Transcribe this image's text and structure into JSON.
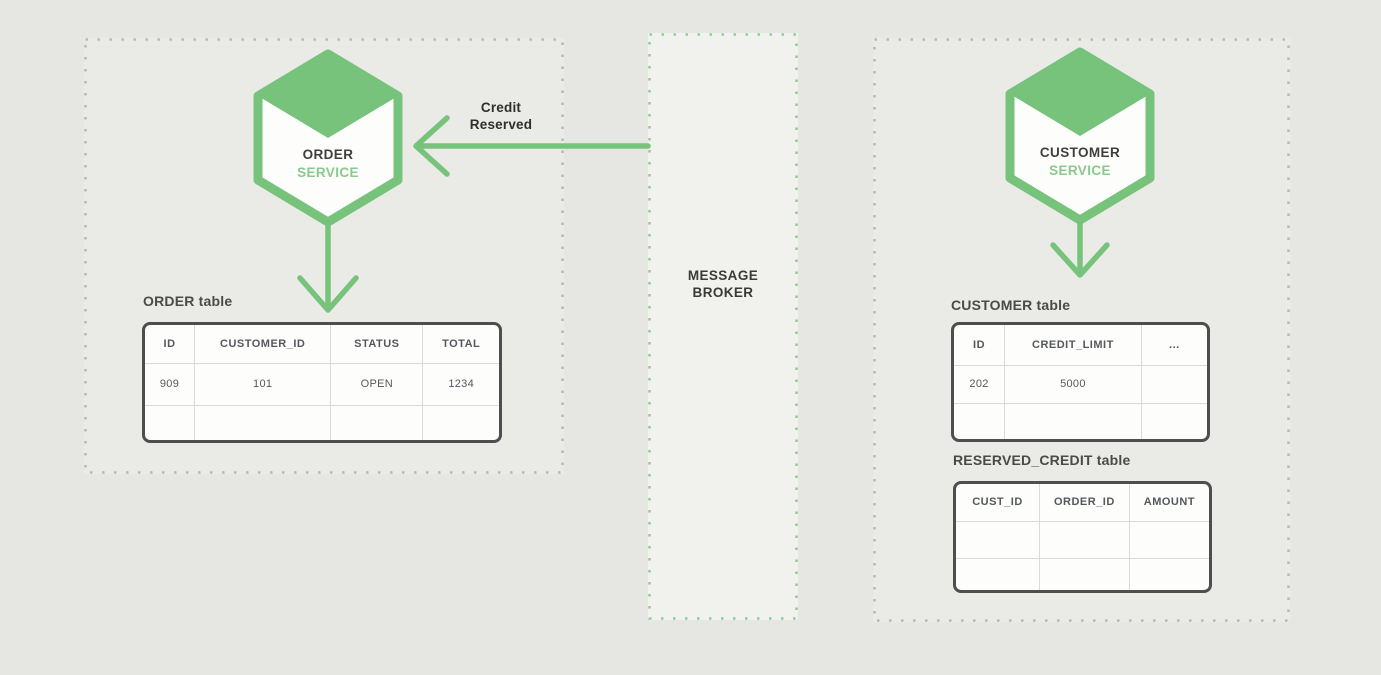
{
  "colors": {
    "accent-green": "#77c37c",
    "accent-green-light": "#89c98d",
    "dot-gray": "#b7b7b4",
    "dot-green": "#8ccd90",
    "page-bg": "#e6e6e3",
    "region-bg": "#eaeae7",
    "broker-bg": "#f1f1ee",
    "text-dark": "#3f3f3f",
    "table-text": "#54585d"
  },
  "order_service": {
    "name_line1": "ORDER",
    "name_line2": "SERVICE",
    "icon": "hexagon-cube-icon",
    "table": {
      "title": "ORDER table",
      "headers": [
        "ID",
        "CUSTOMER_ID",
        "STATUS",
        "TOTAL"
      ],
      "rows": [
        [
          "909",
          "101",
          "OPEN",
          "1234"
        ],
        [
          "",
          "",
          "",
          ""
        ]
      ]
    }
  },
  "customer_service": {
    "name_line1": "CUSTOMER",
    "name_line2": "SERVICE",
    "icon": "hexagon-cube-icon",
    "customer_table": {
      "title": "CUSTOMER table",
      "headers": [
        "ID",
        "CREDIT_LIMIT",
        "..."
      ],
      "rows": [
        [
          "202",
          "5000",
          ""
        ],
        [
          "",
          "",
          ""
        ]
      ]
    },
    "reserved_credit_table": {
      "title": "RESERVED_CREDIT table",
      "headers": [
        "CUST_ID",
        "ORDER_ID",
        "AMOUNT"
      ],
      "rows": [
        [
          "",
          "",
          ""
        ],
        [
          "",
          "",
          ""
        ]
      ]
    }
  },
  "message_broker": {
    "label_line1": "MESSAGE",
    "label_line2": "BROKER"
  },
  "event_message": {
    "label_line1": "Credit",
    "label_line2": "Reserved"
  }
}
